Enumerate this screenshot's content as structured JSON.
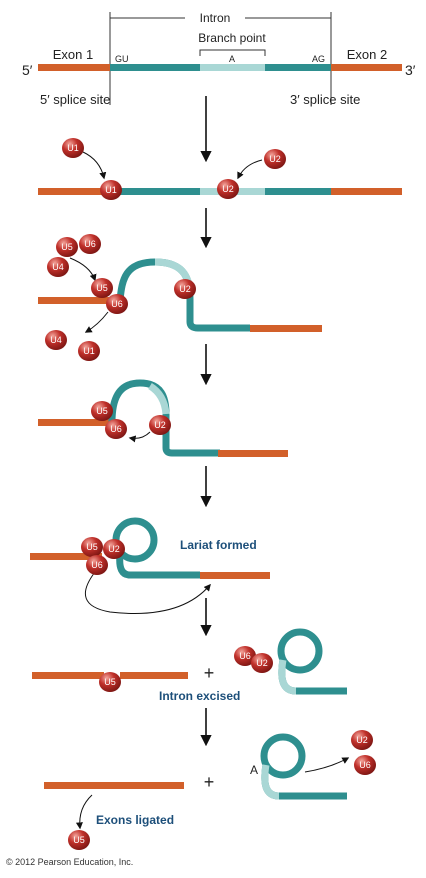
{
  "labels": {
    "intron": "Intron",
    "branch_point": "Branch point",
    "branch_a": "A",
    "exon1": "Exon 1",
    "exon2": "Exon 2",
    "five_prime": "5′",
    "three_prime": "3′",
    "gu": "GU",
    "ag": "AG",
    "five_splice_site": "5′ splice site",
    "three_splice_site": "3′ splice site",
    "lariat_formed": "Lariat formed",
    "intron_excised": "Intron excised",
    "exons_ligated": "Exons ligated",
    "plus": "+",
    "lariat_a": "A"
  },
  "snrnps": {
    "u1": "U1",
    "u2": "U2",
    "u4": "U4",
    "u5": "U5",
    "u6": "U6"
  },
  "copyright": "© 2012 Pearson Education, Inc.",
  "colors": {
    "exon": "#d2602a",
    "intron": "#2e8f8f",
    "branch": "#a9d7d5",
    "snrnp": "#c0302a",
    "arrow": "#111111",
    "step_label": "#1d4f7a"
  }
}
